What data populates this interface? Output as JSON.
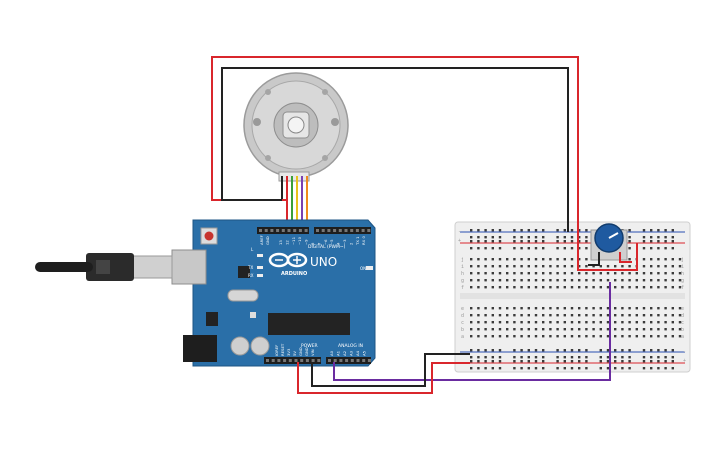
{
  "arduino": {
    "brand": "ARDUINO",
    "model": "UNO",
    "digital_header": "DIGITAL (PWM~)",
    "power_header": "POWER",
    "analog_header": "ANALOG IN",
    "aref": "AREF",
    "gnd": "GND",
    "tx": "TX",
    "rx": "RX",
    "led_l": "L",
    "ioref": "IOREF",
    "reset": "RESET",
    "v33": "3V3",
    "v5": "5V",
    "vin": "VIN",
    "on": "ON",
    "analog_pins": [
      "A0",
      "A1",
      "A2",
      "A3",
      "A4",
      "A5"
    ],
    "digital_pins": [
      "13",
      "12",
      "~11",
      "~10",
      "~9",
      "8",
      "7",
      "~6",
      "~5",
      "4",
      "~3",
      "2",
      "TX 1",
      "RX 0"
    ]
  },
  "breadboard": {
    "row_letters_top": [
      "j",
      "i",
      "h",
      "g",
      "f"
    ],
    "row_letters_bottom": [
      "e",
      "d",
      "c",
      "b",
      "a"
    ],
    "plus": "+",
    "minus": "-"
  },
  "colors": {
    "board": "#2a6fa8",
    "wire_red": "#d9262c",
    "wire_black": "#222222",
    "wire_purple": "#6a2ca0",
    "pot": "#1f5aa0"
  }
}
